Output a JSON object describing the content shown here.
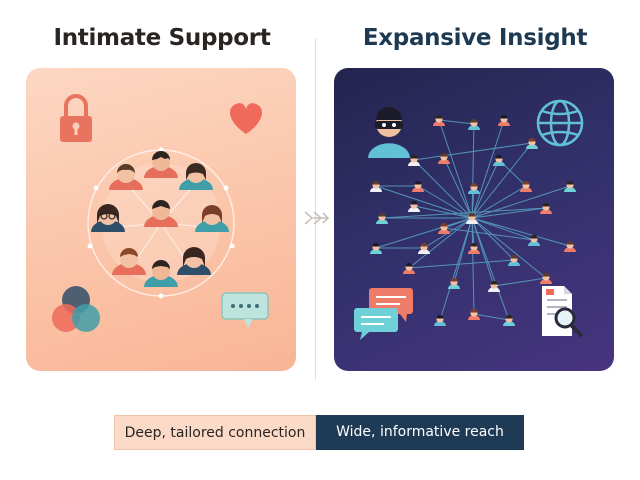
{
  "left": {
    "heading": "Intimate Support",
    "legend": "Deep, tailored connection",
    "colors": {
      "panel": "#fbc4a8",
      "heart": "#ef6a5a",
      "lock": "#e8735f"
    },
    "icons": [
      "lock-icon",
      "heart-icon",
      "venn-icon",
      "chat-bubble-icon",
      "people-group-icon"
    ]
  },
  "right": {
    "heading": "Expansive Insight",
    "legend": "Wide, informative reach",
    "colors": {
      "panel": "#31306a",
      "network": "#5fb6cf",
      "accent": "#63c1d6"
    },
    "icons": [
      "masked-person-icon",
      "globe-icon",
      "chat-bubbles-icon",
      "document-magnifier-icon",
      "network-icon"
    ]
  }
}
